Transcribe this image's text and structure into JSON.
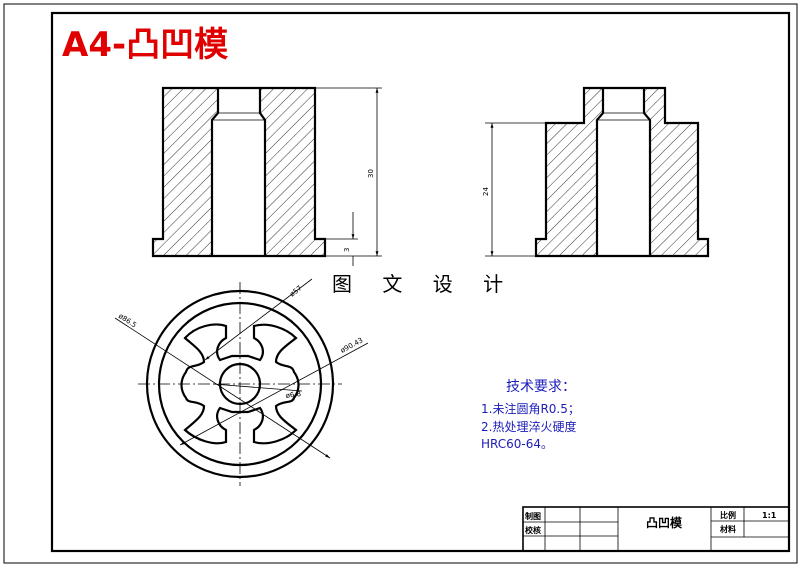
{
  "drawing_title": "A4-凸凹模",
  "stamp_text": "图 文 设 计",
  "views": {
    "left_section": {
      "dim_height": "30",
      "dim_flange": "3"
    },
    "right_section": {
      "dim_height": "24"
    },
    "plan": {
      "dim_slot_dia": "ø57",
      "dim_outer_dia": "ø90.43",
      "dim_inner_dia": "ø86.5",
      "dim_hole_dia": "ø6.8"
    }
  },
  "tech_requirements": {
    "heading": "技术要求：",
    "items": [
      "1.未注圆角R0.5；",
      "2.热处理淬火硬度",
      "HRC60-64。"
    ]
  },
  "title_block": {
    "drawn_label": "制图",
    "checked_label": "校核",
    "part_name": "凸凹模",
    "scale_label": "比例",
    "scale_value": "1:1",
    "material_label": "材料"
  },
  "colors": {
    "title_red": "#e00000",
    "tech_blue": "#1c1cb8",
    "line": "#000000"
  }
}
